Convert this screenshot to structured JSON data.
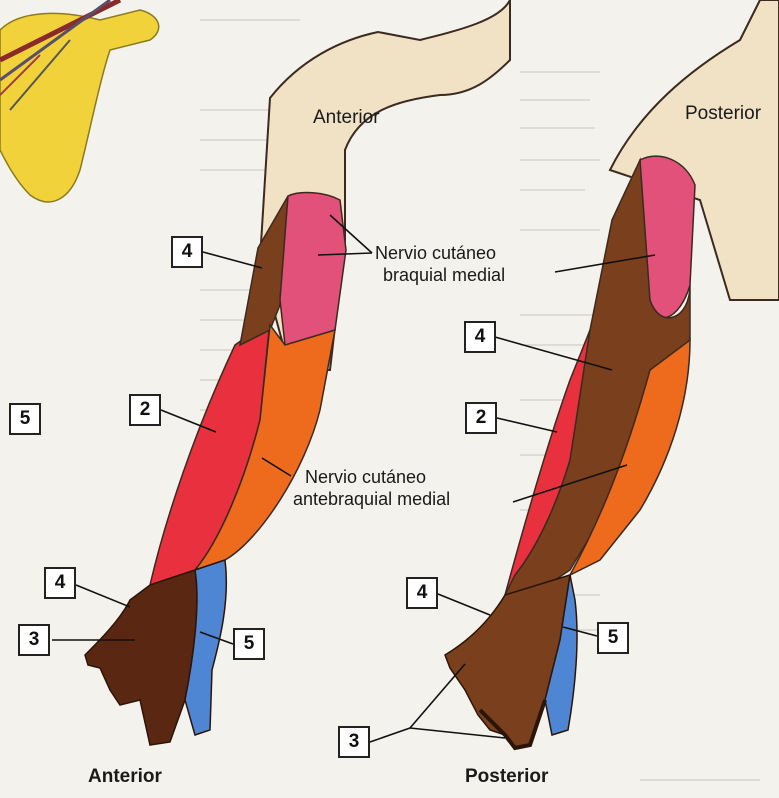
{
  "view_labels": {
    "top_anterior": "Anterior",
    "top_posterior": "Posterior",
    "bottom_anterior": "Anterior",
    "bottom_posterior": "Posterior"
  },
  "nerve_labels": {
    "brachial_line1": "Nervio cutáneo",
    "brachial_line2": "braquial medial",
    "antebrachial_line1": "Nervio cutáneo",
    "antebrachial_line2": "antebraquial medial"
  },
  "callouts": {
    "a_4_upper": "4",
    "a_5_left": "5",
    "a_2": "2",
    "a_4_hand": "4",
    "a_3": "3",
    "a_5_hand": "5",
    "p_4_upper": "4",
    "p_2": "2",
    "p_4_hand": "4",
    "p_5_hand": "5",
    "p_3": "3"
  },
  "colors": {
    "pink_region": "#e2517a",
    "red_region": "#e8303e",
    "orange_region": "#ee6a1c",
    "brown_region": "#7a3f1c",
    "dark_brown_region": "#4a2010",
    "blue_region": "#4f86d4",
    "skin_region": "#f1e2c5",
    "bone": "#f2d23a"
  }
}
